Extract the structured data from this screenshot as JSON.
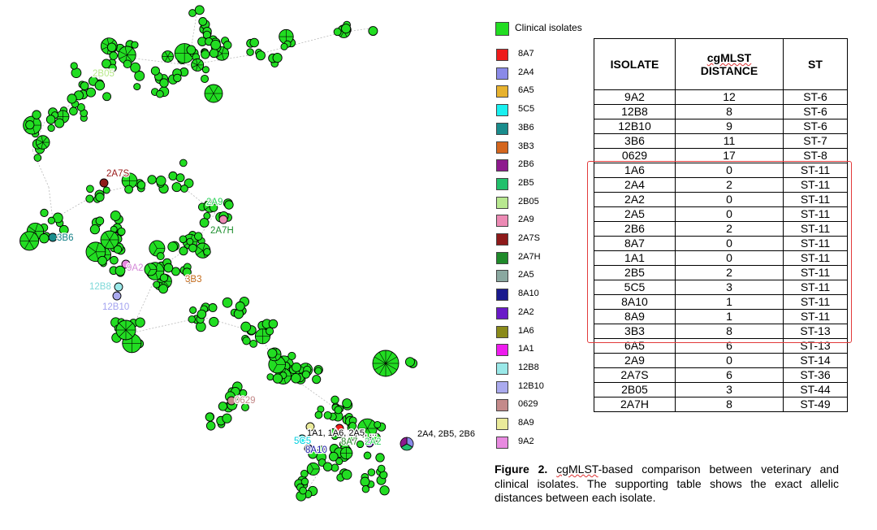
{
  "tree_labels": [
    {
      "text": "2B05",
      "color": "#b7e98a"
    },
    {
      "text": "2A7S",
      "color": "#9a1a1a"
    },
    {
      "text": "2A9",
      "color": "#2fd35a"
    },
    {
      "text": "2A7H",
      "color": "#1f8f2f"
    },
    {
      "text": "3B6",
      "color": "#127f86"
    },
    {
      "text": "9A2",
      "color": "#d58ad8"
    },
    {
      "text": "12B8",
      "color": "#7fd9d9"
    },
    {
      "text": "12B10",
      "color": "#a3a3f0"
    },
    {
      "text": "3B3",
      "color": "#c46a1a"
    },
    {
      "text": "0629",
      "color": "#c48a8a"
    },
    {
      "text": "1A1, 1A6, 2A5, ...",
      "color": "#000000"
    },
    {
      "text": "5C5",
      "color": "#00cfe0"
    },
    {
      "text": "8A7",
      "color": "#2a8a2a"
    },
    {
      "text": "2A2",
      "color": "#2fd35a"
    },
    {
      "text": "8A10",
      "color": "#1a1aa0"
    },
    {
      "text": "2A4, 2B5, 2B6",
      "color": "#000000"
    }
  ],
  "legend": [
    {
      "label": "Clinical isolates",
      "color": "#22dd22"
    },
    {
      "label": "8A7",
      "color": "#ee1c1c"
    },
    {
      "label": "2A4",
      "color": "#8a8ae8"
    },
    {
      "label": "6A5",
      "color": "#e7b22e"
    },
    {
      "label": "5C5",
      "color": "#19f0f0"
    },
    {
      "label": "3B6",
      "color": "#198c8c"
    },
    {
      "label": "3B3",
      "color": "#d4661e"
    },
    {
      "label": "2B6",
      "color": "#8e1a8e"
    },
    {
      "label": "2B5",
      "color": "#22c06c"
    },
    {
      "label": "2B05",
      "color": "#b8e890"
    },
    {
      "label": "2A9",
      "color": "#ec8ab4"
    },
    {
      "label": "2A7S",
      "color": "#8e1a1a"
    },
    {
      "label": "2A7H",
      "color": "#1f8a2a"
    },
    {
      "label": "2A5",
      "color": "#8aa8a0"
    },
    {
      "label": "8A10",
      "color": "#1a1a8e"
    },
    {
      "label": "2A2",
      "color": "#6a1ac8"
    },
    {
      "label": "1A6",
      "color": "#8a8a1a"
    },
    {
      "label": "1A1",
      "color": "#ee1cee"
    },
    {
      "label": "12B8",
      "color": "#9ae8e8"
    },
    {
      "label": "12B10",
      "color": "#aaaaee"
    },
    {
      "label": "0629",
      "color": "#c48a8a"
    },
    {
      "label": "8A9",
      "color": "#eaea9a"
    },
    {
      "label": "9A2",
      "color": "#e88ae0"
    }
  ],
  "table": {
    "headers": [
      "ISOLATE",
      "cgMLST",
      "DISTANCE",
      "ST"
    ],
    "rows": [
      [
        "9A2",
        "12",
        "ST-6"
      ],
      [
        "12B8",
        "8",
        "ST-6"
      ],
      [
        "12B10",
        "9",
        "ST-6"
      ],
      [
        "3B6",
        "11",
        "ST-7"
      ],
      [
        "0629",
        "17",
        "ST-8"
      ],
      [
        "1A6",
        "0",
        "ST-11"
      ],
      [
        "2A4",
        "2",
        "ST-11"
      ],
      [
        "2A2",
        "0",
        "ST-11"
      ],
      [
        "2A5",
        "0",
        "ST-11"
      ],
      [
        "2B6",
        "2",
        "ST-11"
      ],
      [
        "8A7",
        "0",
        "ST-11"
      ],
      [
        "1A1",
        "0",
        "ST-11"
      ],
      [
        "2B5",
        "2",
        "ST-11"
      ],
      [
        "5C5",
        "3",
        "ST-11"
      ],
      [
        "8A10",
        "1",
        "ST-11"
      ],
      [
        "8A9",
        "1",
        "ST-11"
      ],
      [
        "3B3",
        "8",
        "ST-13"
      ],
      [
        "6A5",
        "6",
        "ST-13"
      ],
      [
        "2A9",
        "0",
        "ST-14"
      ],
      [
        "2A7S",
        "6",
        "ST-36"
      ],
      [
        "2B05",
        "3",
        "ST-44"
      ],
      [
        "2A7H",
        "8",
        "ST-49"
      ]
    ]
  },
  "caption": {
    "label": "Figure 2.",
    "term": "cgMLST",
    "text": "-based comparison between veterinary and clinical isolates. The supporting table shows the exact allelic distances between each isolate."
  }
}
